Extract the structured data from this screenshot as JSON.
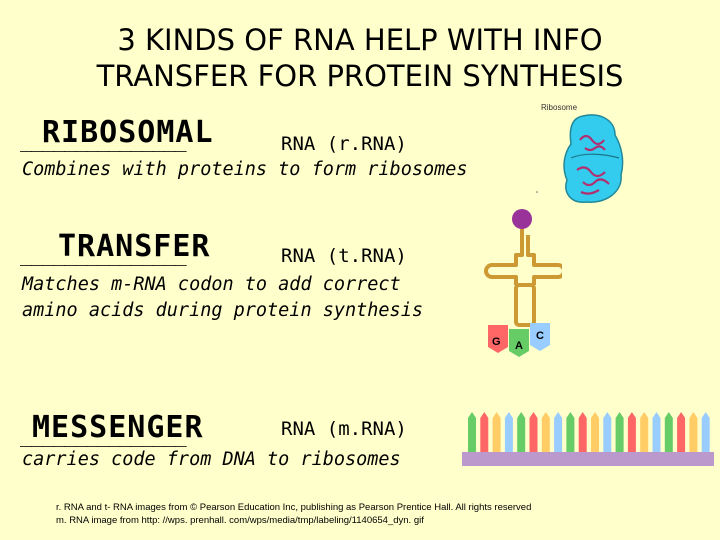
{
  "title": {
    "line1": "3 KINDS OF RNA HELP WITH INFO",
    "line2": "TRANSFER FOR PROTEIN SYNTHESIS"
  },
  "blank": "_______________",
  "sections": [
    {
      "term": "RIBOSOMAL",
      "rna": "RNA (r.RNA)",
      "desc_lines": [
        "Combines with proteins to form ribosomes"
      ]
    },
    {
      "term": "TRANSFER",
      "rna": "RNA (t.RNA)",
      "desc_lines": [
        "Matches m-RNA codon to add correct",
        "amino acids during protein synthesis"
      ]
    },
    {
      "term": "MESSENGER",
      "rna": "RNA (m.RNA)",
      "desc_lines": [
        "carries code from DNA to ribosomes"
      ]
    }
  ],
  "images": {
    "ribosome_label": "Ribosome",
    "trna_bases": [
      "G",
      "A",
      "C"
    ],
    "colors": {
      "ribosome_fill": "#33ccee",
      "trna_body": "#cc9933",
      "trna_amino": "#993399",
      "mrna_stripe": "#bb99cc",
      "mrna_teeth": [
        "#66cc66",
        "#ff6666",
        "#ffcc66",
        "#99ccff"
      ]
    }
  },
  "credits": {
    "line1": "r. RNA and t- RNA images from © Pearson Education Inc, publishing as Pearson Prentice Hall. All rights reserved",
    "line2": "m. RNA image from http: //wps. prenhall. com/wps/media/tmp/labeling/1140654_dyn. gif"
  }
}
